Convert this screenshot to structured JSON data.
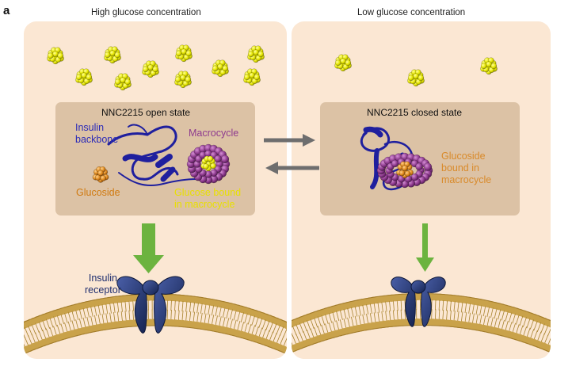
{
  "figure": {
    "panel_letter": "a"
  },
  "left_panel": {
    "header": "High glucose concentration",
    "state_title": "NNC2215 open state",
    "labels": {
      "insulin_backbone_line1": "Insulin",
      "insulin_backbone_line2": "backbone",
      "macrocycle": "Macrocycle",
      "glucoside": "Glucoside",
      "glucose_bound_line1": "Glucose bound",
      "glucose_bound_line2": "in macrocycle"
    },
    "receptor_label_line1": "Insulin",
    "receptor_label_line2": "receptor"
  },
  "right_panel": {
    "header": "Low glucose concentration",
    "state_title": "NNC2215 closed state",
    "labels": {
      "glucoside_bound_line1": "Glucoside",
      "glucoside_bound_line2": "bound in",
      "glucoside_bound_line3": "macrocycle"
    }
  },
  "colors": {
    "panel_bg": "#fbe7d3",
    "inner_box": "#dcc2a5",
    "insulin": "#1f1f9e",
    "macrocycle": "#8e3a8e",
    "glucose": "#e6e600",
    "glucoside": "#e08a1e",
    "arrow_green": "#6cb33f",
    "arrow_gray": "#6e6e6e",
    "receptor": "#24366e",
    "membrane": "#c9a24a"
  },
  "icons": [
    "glucose-molecule-icon",
    "insulin-backbone-icon",
    "macrocycle-icon",
    "insulin-receptor-icon",
    "lipid-membrane-icon"
  ]
}
